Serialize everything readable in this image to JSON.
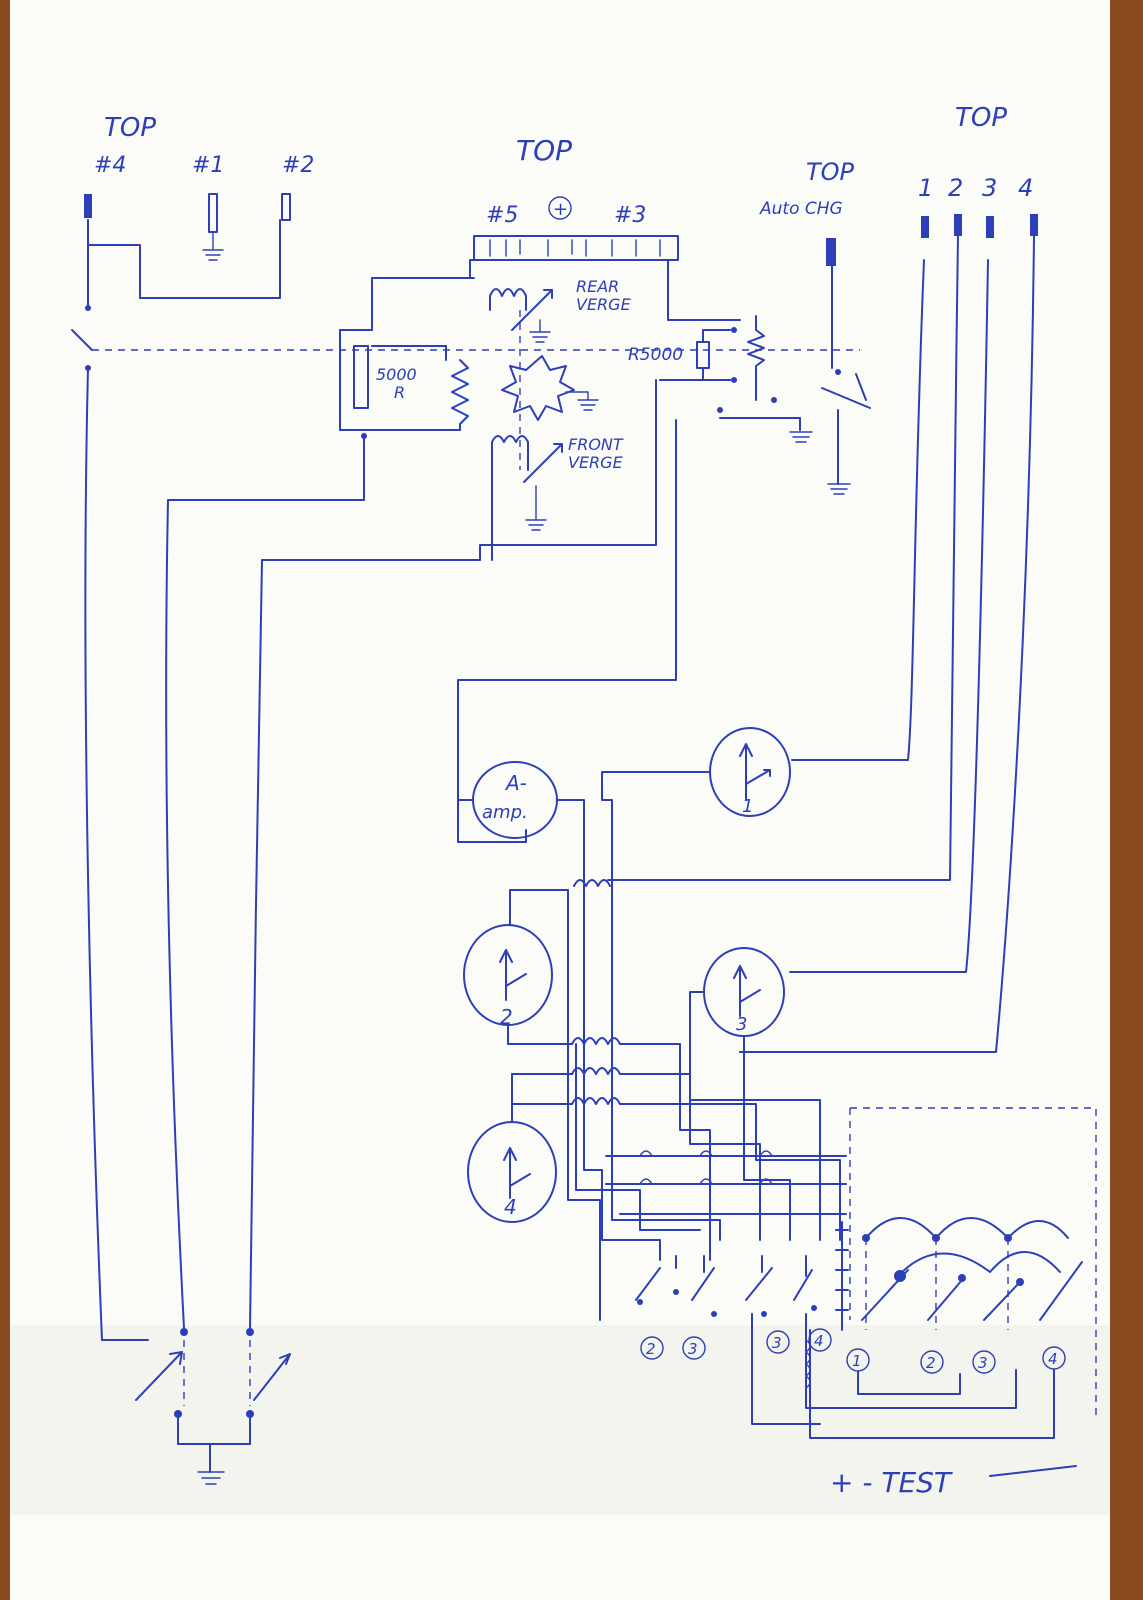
{
  "colors": {
    "ink": "#2c3fb8",
    "paper": "#fbfbf8",
    "wood": "#8a4a1f"
  },
  "labels": {
    "top_left": "TOP",
    "jack_4": "#4",
    "jack_1": "#1",
    "jack_2": "#2",
    "top_center": "TOP",
    "jack_5": "#5",
    "plus": "+",
    "jack_3": "#3",
    "top_auto": "TOP",
    "auto_chg": "Auto CHG",
    "top_right": "TOP",
    "right_1": "1",
    "right_2": "2",
    "right_3": "3",
    "right_4": "4",
    "pot_5000": "5000",
    "pot_r": "R",
    "r5000": "R5000",
    "rear_verge_1": "REAR",
    "rear_verge_2": "VERGE",
    "front_verge_1": "FRONT",
    "front_verge_2": "VERGE",
    "amp_1": "A-",
    "amp_2": "amp.",
    "meter_1": "1",
    "meter_2": "2",
    "meter_3": "3",
    "meter_4": "4",
    "sw_2": "2",
    "sw_3": "3",
    "sw_3b": "3",
    "sw_4": "4",
    "sw_1": "1",
    "sw_2b": "2",
    "sw_3c": "3",
    "sw_4b": "4",
    "test": "+ - TEST"
  }
}
